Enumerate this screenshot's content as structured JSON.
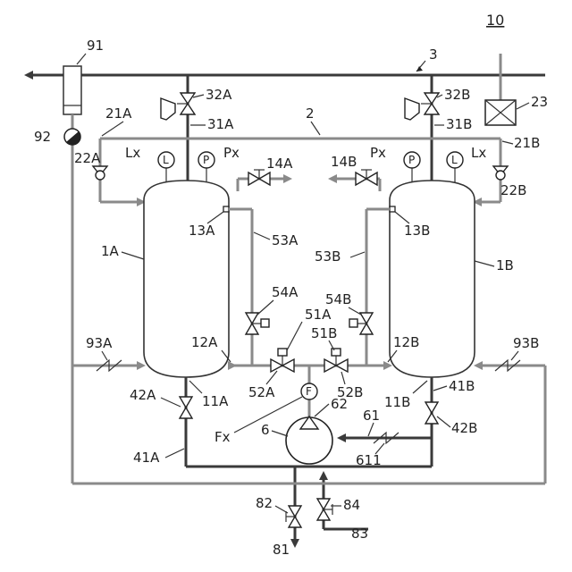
{
  "figure": {
    "number": "10",
    "labels": {
      "sys3": "3",
      "sys2": "2",
      "filter": "91",
      "check_valve_main": "92",
      "box23": "23",
      "v32a": "32A",
      "v32b": "32B",
      "l31a": "31A",
      "l31b": "31B",
      "l21a": "21A",
      "l21b": "21B",
      "l22a": "22A",
      "l22b": "22B",
      "lx_a": "Lx",
      "px_a": "Px",
      "lx_b": "Lx",
      "px_b": "Px",
      "v14a": "14A",
      "v14b": "14B",
      "p13a": "13A",
      "p13b": "13B",
      "tank_a": "1A",
      "tank_b": "1B",
      "l53a": "53A",
      "l53b": "53B",
      "v54a": "54A",
      "v54b": "54B",
      "v51a": "51A",
      "v51b": "51B",
      "p12a": "12A",
      "p12b": "12B",
      "v52a": "52A",
      "v52b": "52B",
      "l93a": "93A",
      "l93b": "93B",
      "v42a": "42A",
      "v42b": "42B",
      "p11a": "11A",
      "p11b": "11B",
      "l41a": "41A",
      "l41b": "41B",
      "flow": "Fx",
      "pump": "6",
      "pump_out": "62",
      "l61": "61",
      "l611": "611",
      "v82": "82",
      "v84": "84",
      "l81": "81",
      "l83": "83"
    },
    "instrument_letters": {
      "level": "L",
      "pressure": "P",
      "flow": "F"
    }
  }
}
